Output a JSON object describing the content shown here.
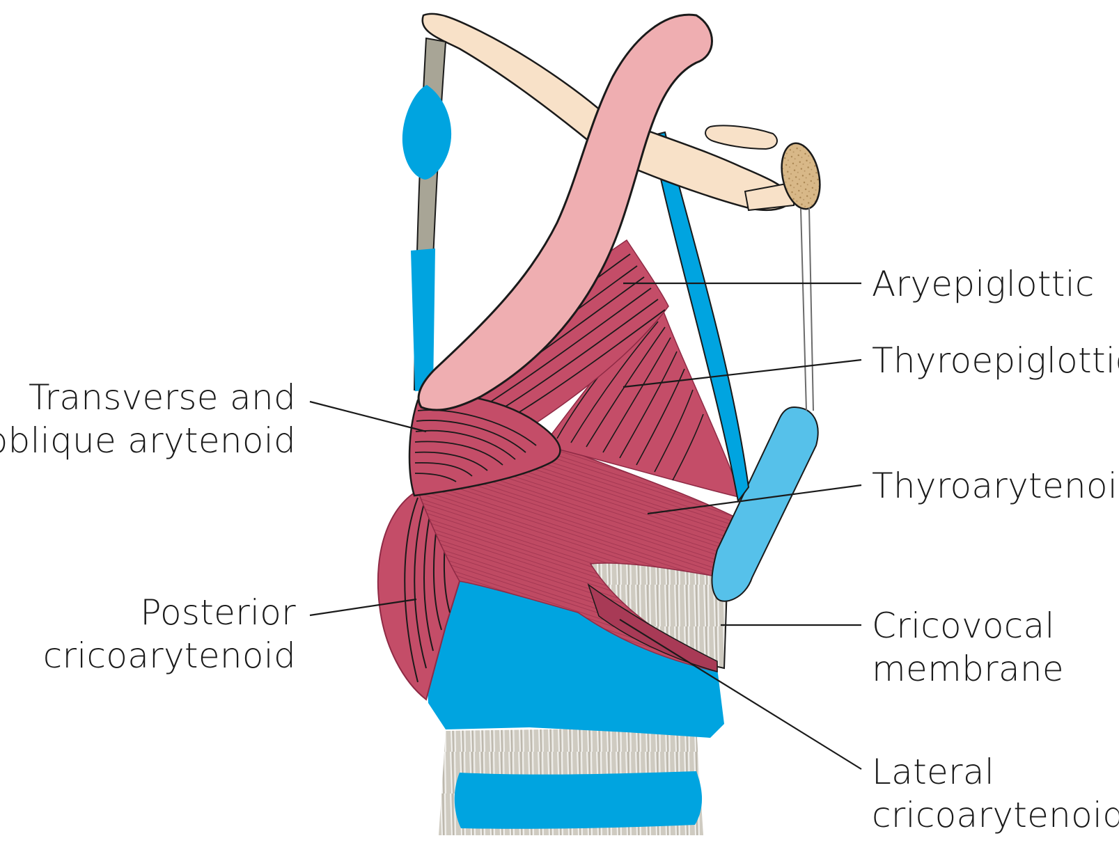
{
  "diagram": {
    "colors": {
      "muscle": "#c44d68",
      "muscle_dark": "#9e3450",
      "muscle_light": "#d86a80",
      "epiglottis": "#efaeb1",
      "cartilage_blue": "#00a4e0",
      "cartilage_light_blue": "#56c1ea",
      "hyoid": "#f8e1c8",
      "membrane": "#c9c6bd",
      "outline": "#1a1a1a"
    },
    "labels": {
      "aryepiglottic": "Aryepiglottic",
      "thyroepiglottic": "Thyroepiglottic",
      "thyroarytenoid": "Thyroarytenoid",
      "cricovocal_line1": "Cricovocal",
      "cricovocal_line2": "membrane",
      "lateral_line1": "Lateral",
      "lateral_line2": "cricoarytenoid",
      "transverse_line1": "Transverse and",
      "transverse_line2": "oblique arytenoid",
      "posterior_line1": "Posterior",
      "posterior_line2": "cricoarytenoid"
    }
  }
}
